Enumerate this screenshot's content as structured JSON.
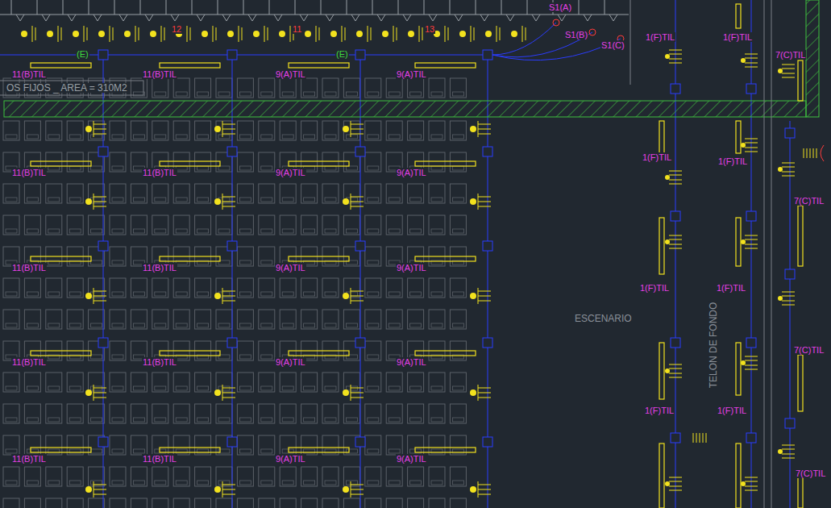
{
  "diagram": {
    "labels": [
      "S1(A)",
      "12",
      "11",
      "13",
      "S1(B)",
      "1(F)TIL",
      "1(F)TIL",
      "S1(C)",
      "(E)",
      "(E)",
      "7(C)TIL",
      "11(B)TIL",
      "11(B)TIL",
      "9(A)TIL",
      "9(A)TIL",
      "OS FIJOS _ AREA = 310M2",
      "1(F)TIL",
      "1(F)TIL",
      "11(B)TIL",
      "11(B)TIL",
      "9(A)TIL",
      "9(A)TIL",
      "7(C)TIL",
      "11(B)TIL",
      "11(B)TIL",
      "9(A)TIL",
      "9(A)TIL",
      "1(F)TIL",
      "1(F)TIL",
      "ESCENARIO",
      "TELON DE FONDO",
      "7(C)TIL",
      "11(B)TIL",
      "11(B)TIL",
      "9(A)TIL",
      "9(A)TIL",
      "1(F)TIL",
      "1(F)TIL",
      "11(B)TIL",
      "11(B)TIL",
      "9(A)TIL",
      "9(A)TIL",
      "7(C)TIL"
    ]
  }
}
